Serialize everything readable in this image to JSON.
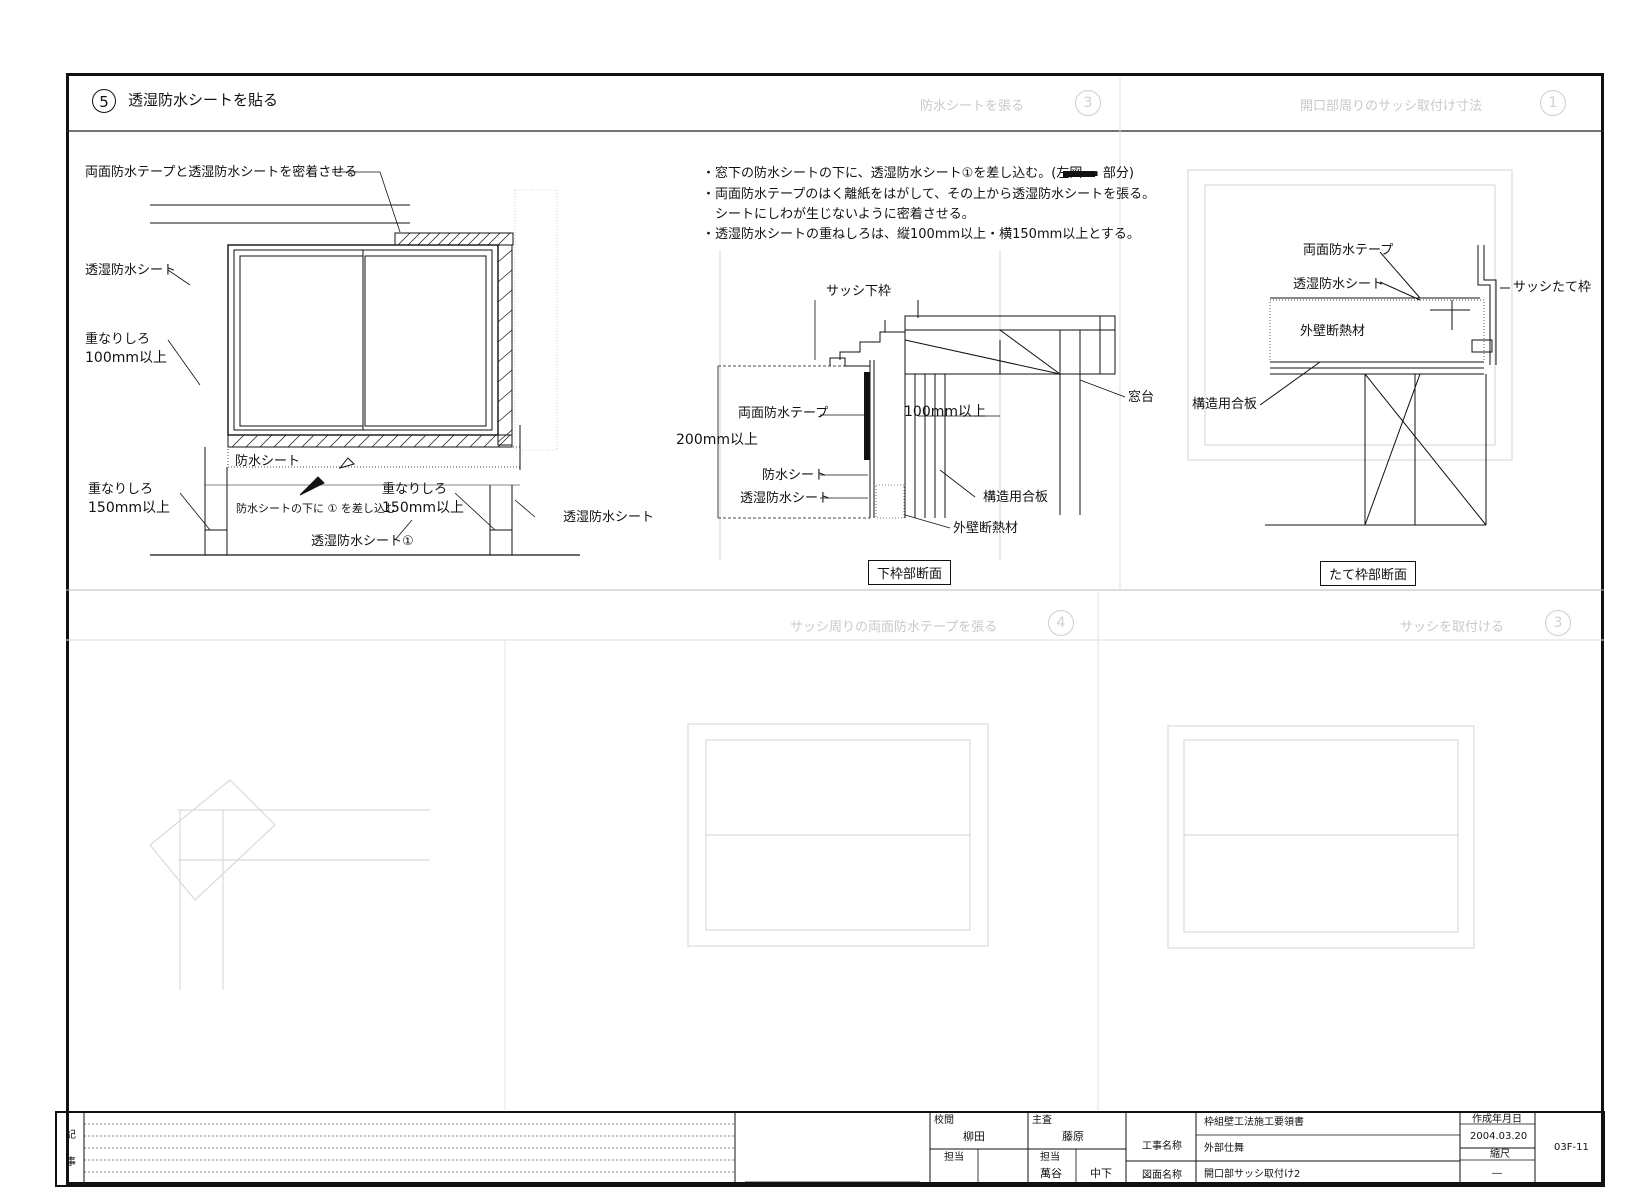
{
  "section_header": {
    "number": "5",
    "title": "透湿防水シートを貼る"
  },
  "left_view": {
    "label_tape_sheet": "両面防水テープと透湿防水シートを密着させる",
    "label_sheet_left": "透湿防水シート",
    "label_overlap_100_a": "重なりしろ",
    "label_overlap_100_b": "100mm以上",
    "label_waterproof_sheet": "防水シート",
    "label_overlap_150_left_a": "重なりしろ",
    "label_overlap_150_left_b": "150mm以上",
    "label_insert": "防水シートの下に ① を差し込む",
    "label_overlap_150_right_a": "重なりしろ",
    "label_overlap_150_right_b": "150mm以上",
    "label_sheet_right": "透湿防水シート",
    "label_sheet_bottom": "透湿防水シート①"
  },
  "notes": [
    "・窓下の防水シートの下に、透湿防水シート①を差し込む。(左図 ▬ 部分)",
    "・両面防水テープのはく離紙をはがして、その上から透湿防水シートを張る。",
    "　シートにしわが生じないように密着させる。",
    "・透湿防水シートの重ねしろは、縦100mm以上・横150mm以上とする。"
  ],
  "middle_view": {
    "label_sash_bottom": "サッシ下枠",
    "label_tape": "両面防水テープ",
    "label_100": "100mm以上",
    "label_200": "200mm以上",
    "label_waterproof": "防水シート",
    "label_breathable": "透湿防水シート",
    "label_plywood": "構造用合板",
    "label_insulation": "外壁断熱材",
    "label_sill": "窓台",
    "caption": "下枠部断面"
  },
  "right_view": {
    "label_tape": "両面防水テープ",
    "label_breathable": "透湿防水シート",
    "label_sash_vertical": "サッシたて枠",
    "label_insulation": "外壁断熱材",
    "label_plywood": "構造用合板",
    "caption": "たて枠部断面"
  },
  "ghost_headers": [
    {
      "number": "3",
      "title": "防水シートを張る"
    },
    {
      "number": "1",
      "title": "開口部周りのサッシ取付け寸法"
    },
    {
      "number": "4",
      "title": "サッシ周りの両面防水テープを張る"
    },
    {
      "number": "3",
      "title": "サッシを取付ける"
    }
  ],
  "title_block": {
    "remarks_label_1": "記",
    "remarks_label_2": "事",
    "checked_label": "校閲",
    "checked_name": "柳田",
    "chief_label": "主査",
    "chief_name": "藤原",
    "person_label": "担当",
    "person_label_2": "担当",
    "person_name_1": "萬谷",
    "person_name_2": "中下",
    "project_label": "工事名称",
    "project_name": "枠組壁工法施工要領書",
    "project_sub": "外部仕舞",
    "drawing_label": "図面名称",
    "drawing_name": "開口部サッシ取付け2",
    "date_label": "作成年月日",
    "date": "2004.03.20",
    "scale_label": "縮尺",
    "scale": "―",
    "sheet_no": "03F-11"
  }
}
